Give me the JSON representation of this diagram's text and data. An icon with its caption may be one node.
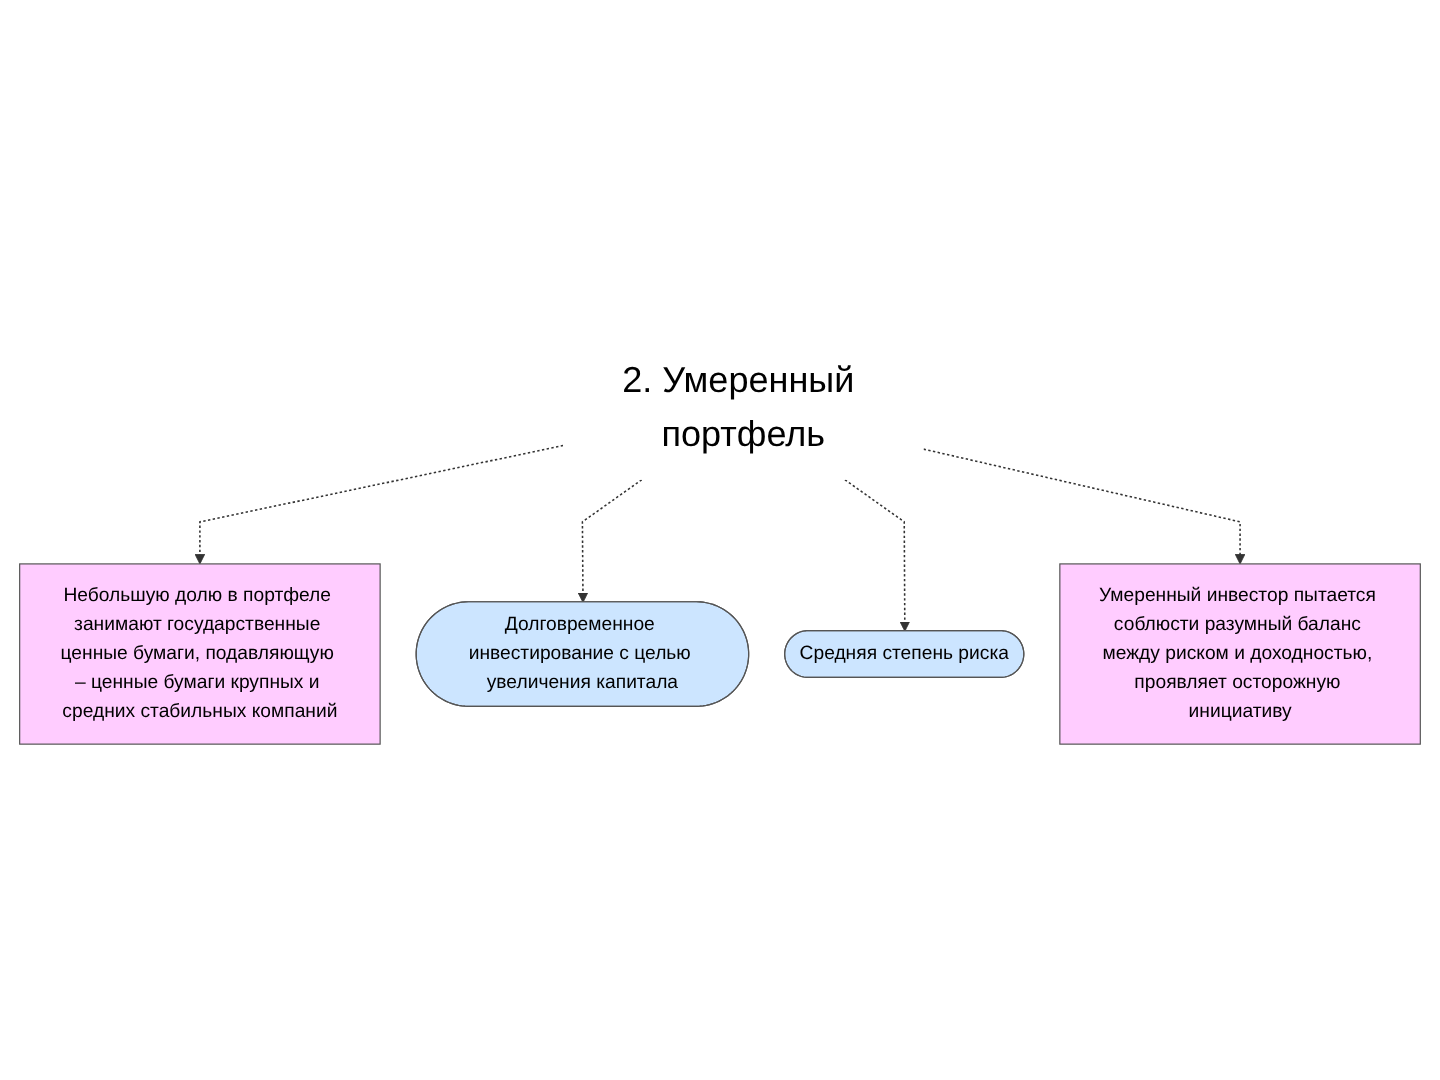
{
  "diagram": {
    "nodes": [
      {
        "text": [
          "2. Умеренный портфель"
        ]
      },
      {
        "text": [
          "Небольшую долю в портфеле занимают государственные ценные бумаги, подавляющую – ценные бумаги крупных и средних стабильных компаний"
        ]
      },
      {
        "text": [
          "Долговременное инвестирование с целью увеличения капитала"
        ]
      },
      {
        "text": [
          "Средняя степень риска"
        ]
      },
      {
        "text": [
          "Умеренный инвестор пытается соблюсти разумный баланс между риском и доходностью, проявляет осторожную инициативу"
        ]
      }
    ],
    "edges": [
      {
        "from": 0,
        "to": 1,
        "arrow": "to",
        "style": "dashed"
      },
      {
        "from": 0,
        "to": 2,
        "arrow": "to",
        "style": "dashed"
      },
      {
        "from": 0,
        "to": 3,
        "arrow": "to",
        "style": "dashed"
      },
      {
        "from": 0,
        "to": 4,
        "arrow": "to",
        "style": "dashed"
      }
    ]
  }
}
